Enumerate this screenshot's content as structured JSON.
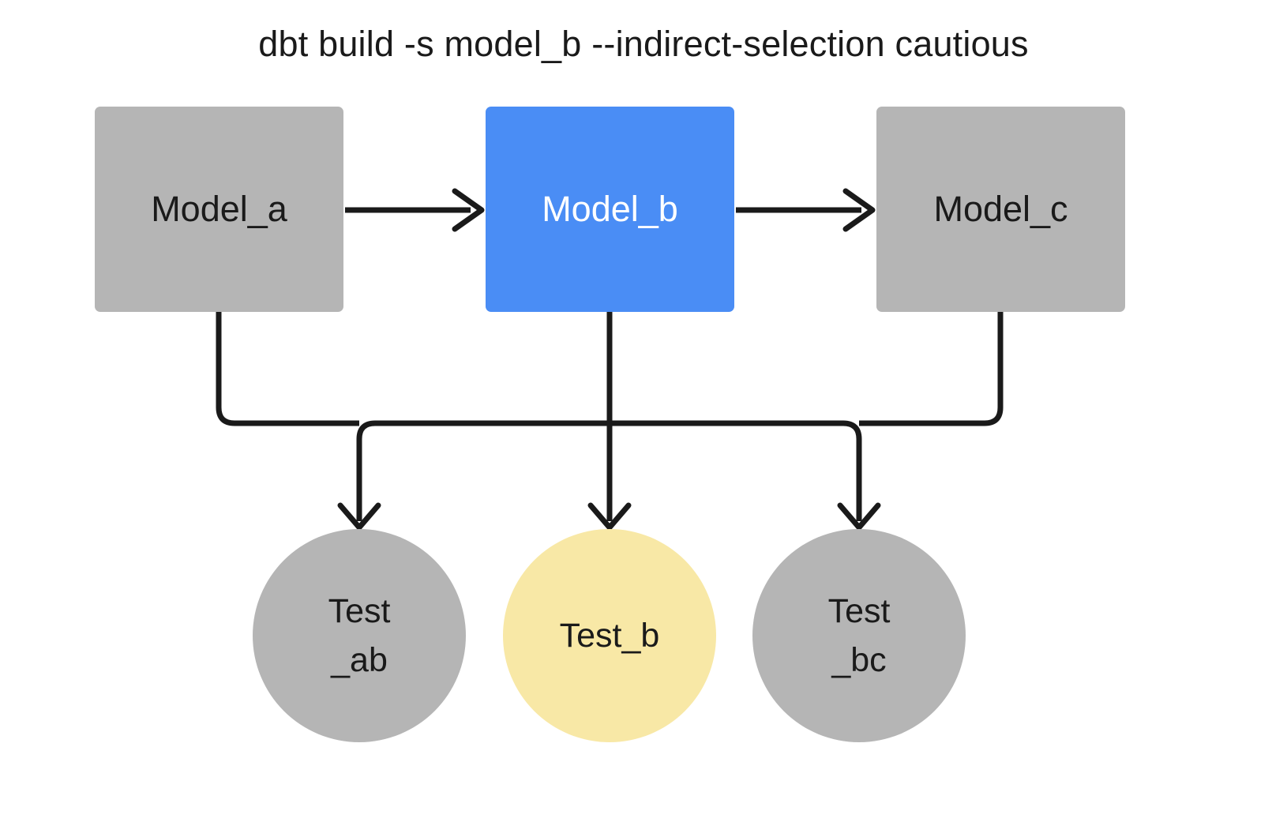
{
  "title": "dbt build -s model_b --indirect-selection cautious",
  "colors": {
    "node_gray": "#b5b5b5",
    "node_blue": "#4a8df5",
    "test_yellow": "#f8e8a6",
    "line": "#1a1a1a",
    "text_dark": "#1a1a1a",
    "text_on_blue": "#ffffff",
    "background": "#ffffff"
  },
  "models": [
    {
      "id": "model_a",
      "label": "Model_a",
      "variant": "gray"
    },
    {
      "id": "model_b",
      "label": "Model_b",
      "variant": "blue"
    },
    {
      "id": "model_c",
      "label": "Model_c",
      "variant": "gray"
    }
  ],
  "tests": [
    {
      "id": "test_ab",
      "label_lines": [
        "Test",
        "_ab"
      ],
      "variant": "gray"
    },
    {
      "id": "test_b",
      "label_lines": [
        "Test_b"
      ],
      "variant": "yellow"
    },
    {
      "id": "test_bc",
      "label_lines": [
        "Test",
        "_bc"
      ],
      "variant": "gray"
    }
  ],
  "edges": [
    {
      "from": "model_a",
      "to": "model_b"
    },
    {
      "from": "model_b",
      "to": "model_c"
    },
    {
      "from": "model_a",
      "to": "test_ab"
    },
    {
      "from": "model_b",
      "to": "test_ab"
    },
    {
      "from": "model_b",
      "to": "test_b"
    },
    {
      "from": "model_b",
      "to": "test_bc"
    },
    {
      "from": "model_c",
      "to": "test_bc"
    }
  ]
}
